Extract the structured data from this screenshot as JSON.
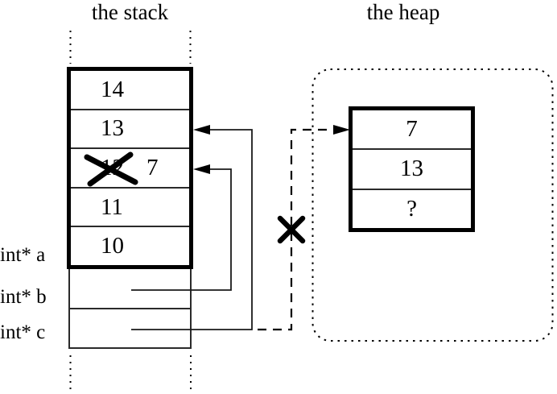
{
  "stack": {
    "title": "the stack",
    "cells": [
      {
        "value": "14",
        "crossed_out": false
      },
      {
        "value": "13",
        "crossed_out": false
      },
      {
        "value": "12",
        "crossed_out": true,
        "replacement_value": "7"
      },
      {
        "value": "11",
        "crossed_out": false
      },
      {
        "value": "10",
        "crossed_out": false
      }
    ],
    "pointer_labels": [
      "int* a",
      "int* b",
      "int* c"
    ]
  },
  "heap": {
    "title": "the heap",
    "cells": [
      "7",
      "13",
      "?"
    ]
  },
  "icons": {
    "stack_pointer_arrowheads": "filled-triangle-left",
    "heap_pointer_arrowhead": "filled-triangle-right",
    "invalidated_value_mark": "cross-out-x",
    "dangling_pointer_mark": "cross-out-x"
  },
  "colors": {
    "ink": "#000000",
    "background": "#ffffff"
  }
}
